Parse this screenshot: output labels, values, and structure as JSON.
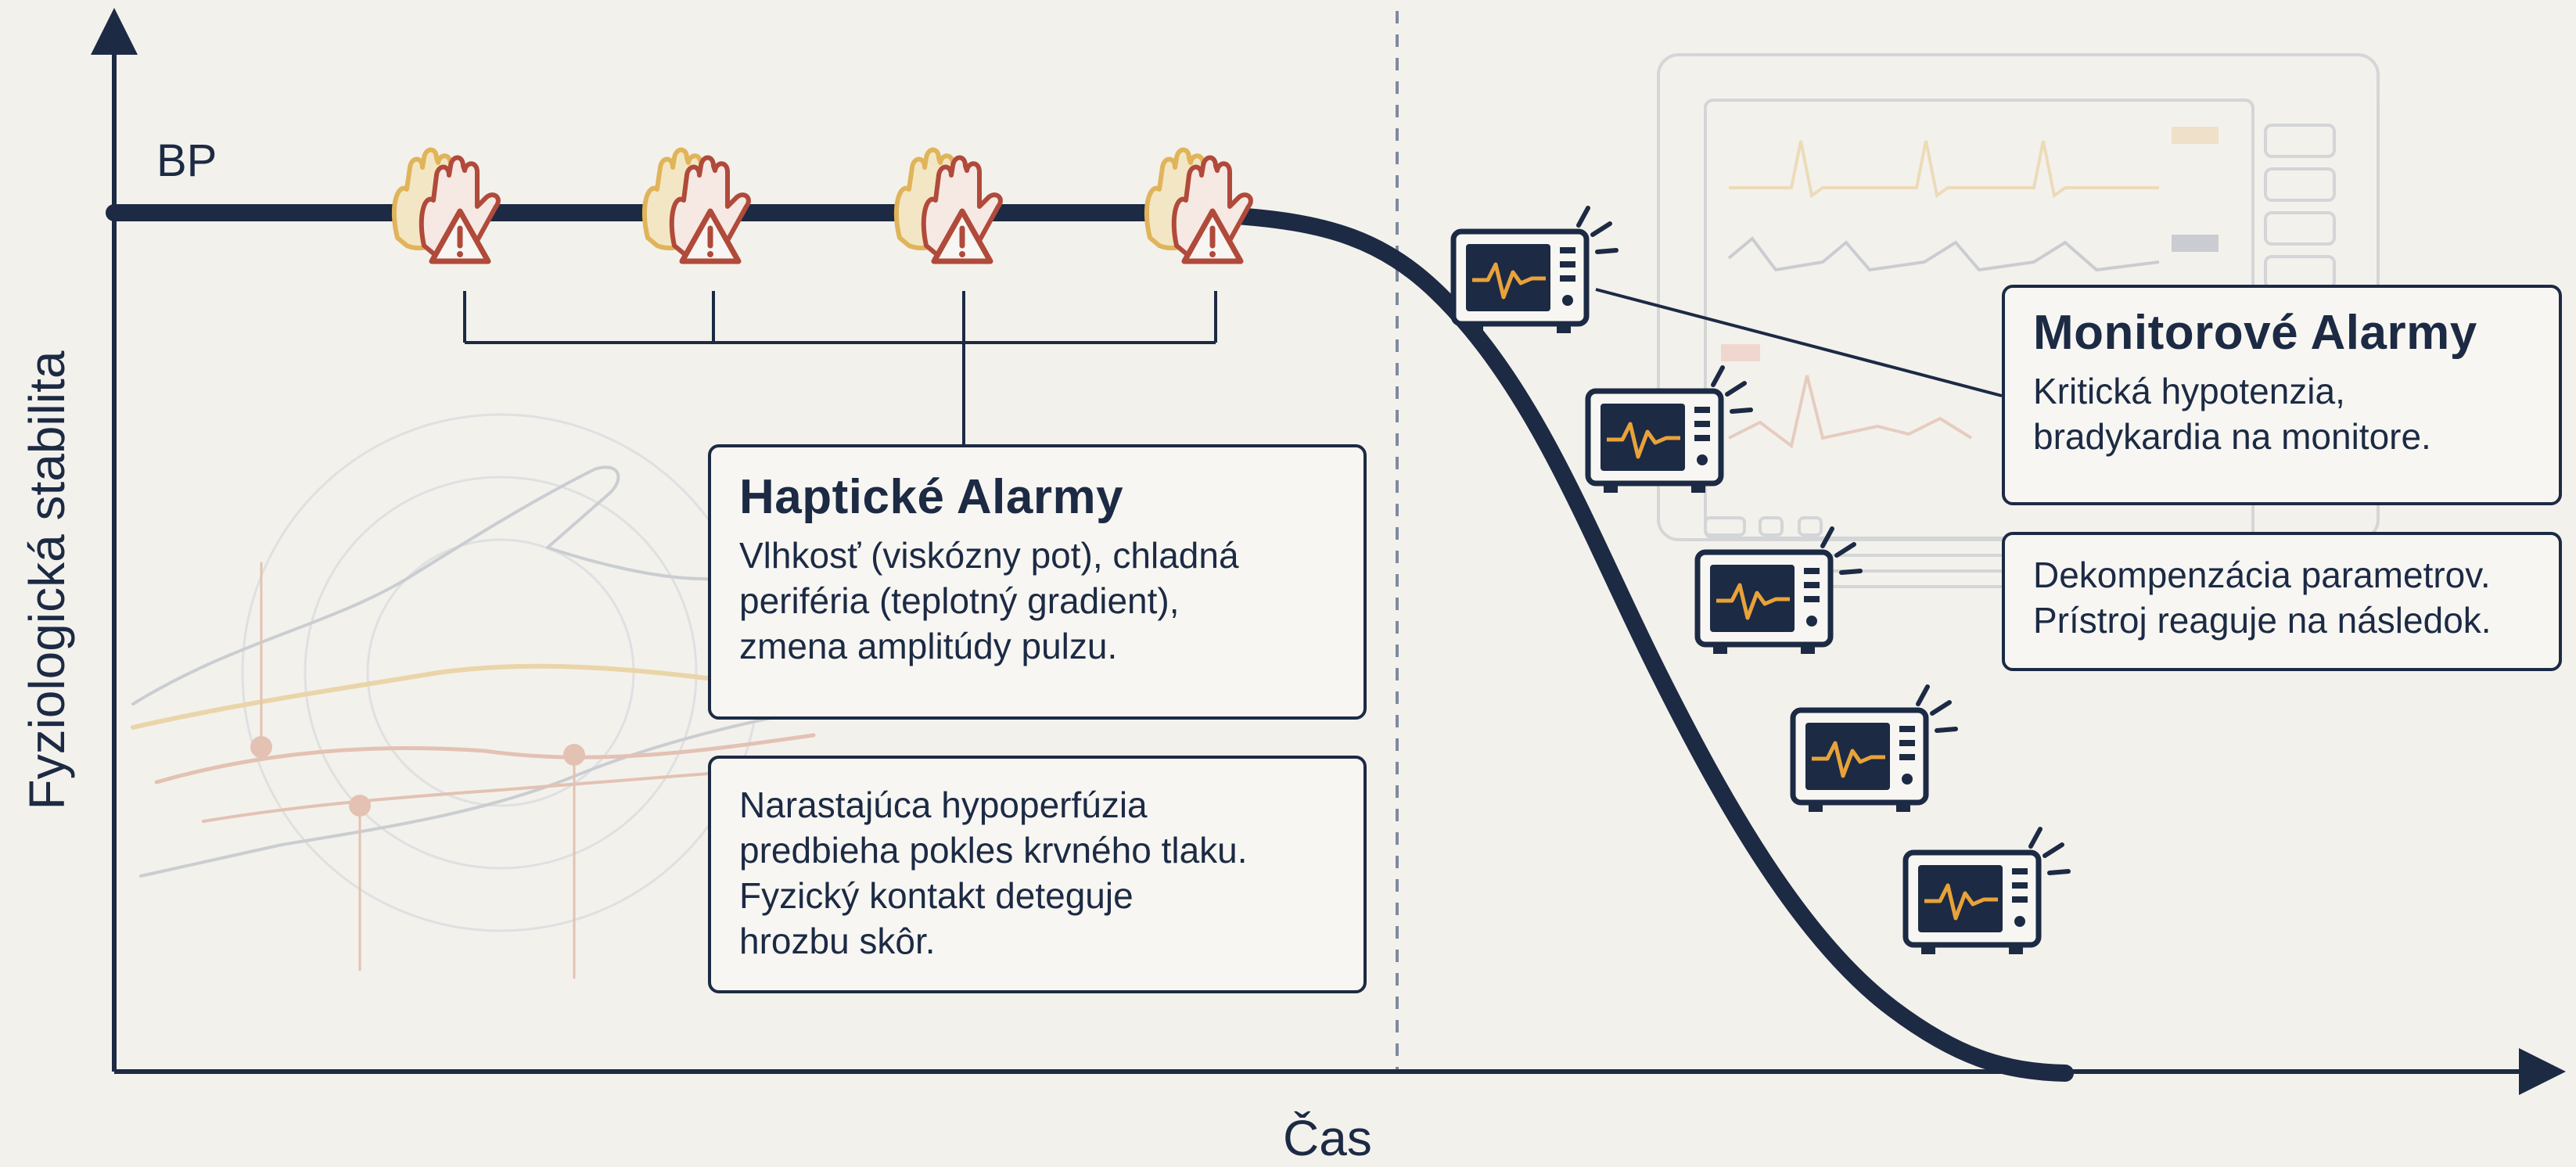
{
  "axes": {
    "y_label": "Fyziologická stabilita",
    "x_label": "Čas"
  },
  "curve": {
    "label": "BP"
  },
  "haptic": {
    "title": "Haptické Alarmy",
    "lines": [
      "Vlhkosť (viskózny pot), chladná",
      "periféria (teplotný gradient),",
      "zmena amplitúdy pulzu."
    ],
    "note_lines": [
      "Narastajúca hypoperfúzia",
      "predbieha pokles krvného tlaku.",
      "Fyzický kontakt deteguje",
      "hrozbu skôr."
    ],
    "icon": "hand-warning-icon",
    "icon_count": 4
  },
  "monitor": {
    "title": "Monitorové Alarmy",
    "lines": [
      "Kritická hypotenzia,",
      "bradykardia na monitore."
    ],
    "note_lines": [
      "Dekompenzácia parametrov.",
      "Prístroj reaguje na následok."
    ],
    "icon": "monitor-alarm-icon",
    "icon_count": 5
  },
  "colors": {
    "navy": "#1c2a44",
    "warning_red": "#b04a3a",
    "hand_yellow": "#e0b45a",
    "ecg_orange": "#e8a23a",
    "background": "#f3f1ec"
  }
}
